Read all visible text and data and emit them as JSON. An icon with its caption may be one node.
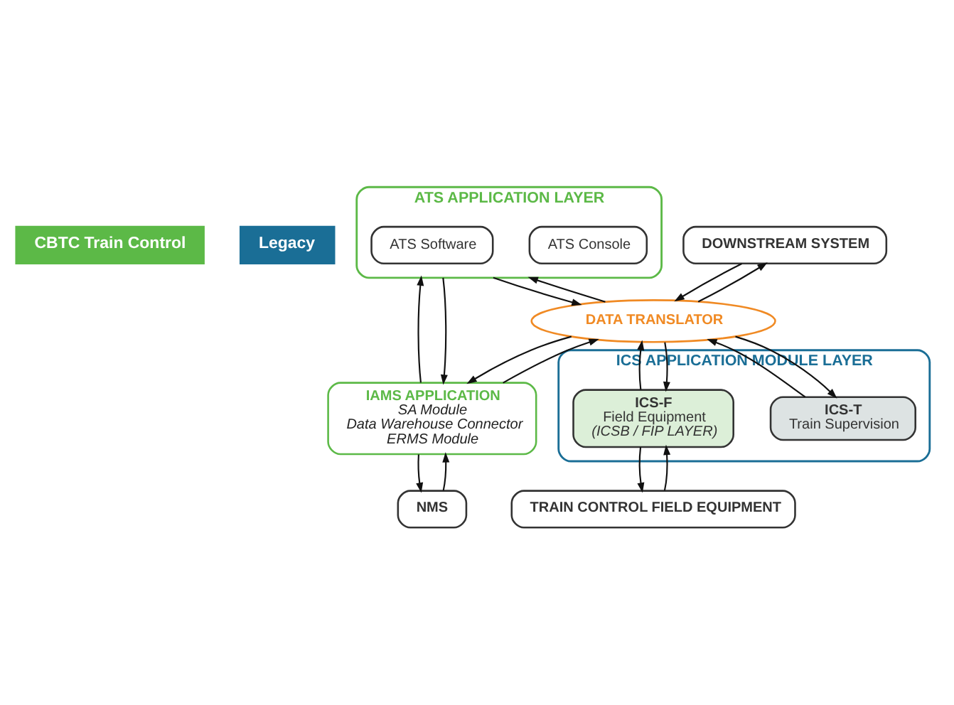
{
  "diagram": {
    "nodes": [
      {
        "text": [
          "CBTC Train Control"
        ]
      },
      {
        "text": [
          "Legacy"
        ]
      },
      {
        "text": [
          "ATS APPLICATION LAYER"
        ]
      },
      {
        "text": [
          "ATS Console"
        ],
        "in": 2
      },
      {
        "text": [
          "ATS Software"
        ],
        "in": 2
      },
      {
        "text": [
          "IAMS APPLICATION",
          "SA Module",
          "Data Warehouse Connector",
          "ERMS Module"
        ]
      },
      {
        "text": [
          "NMS"
        ]
      },
      {
        "text": [
          "DATA TRANSLATOR"
        ]
      },
      {
        "text": [
          "DOWNSTREAM SYSTEM"
        ]
      },
      {
        "text": [
          "ICS APPLICATION MODULE LAYER"
        ]
      },
      {
        "text": [
          "ICS-T",
          "Train Supervision"
        ],
        "in": 9
      },
      {
        "text": [
          "ICS-F",
          "Field Equipment",
          "(ICSB / FIP LAYER)"
        ],
        "in": 9
      },
      {
        "text": [
          "TRAIN CONTROL FIELD EQUIPMENT"
        ]
      }
    ],
    "edges": [
      {
        "from": 2,
        "to": 7,
        "arrow": "to"
      },
      {
        "from": 7,
        "to": 2,
        "arrow": "to"
      },
      {
        "from": 5,
        "to": 2,
        "arrow": "to"
      },
      {
        "from": 2,
        "to": 5,
        "arrow": "to"
      },
      {
        "from": 5,
        "to": 7,
        "arrow": "to"
      },
      {
        "from": 7,
        "to": 5,
        "arrow": "to"
      },
      {
        "from": 6,
        "to": 5,
        "arrow": "to"
      },
      {
        "from": 5,
        "to": 6,
        "arrow": "to"
      },
      {
        "from": 7,
        "to": 8,
        "arrow": "to"
      },
      {
        "from": 8,
        "to": 7,
        "arrow": "to"
      },
      {
        "from": 7,
        "to": 10,
        "arrow": "to"
      },
      {
        "from": 10,
        "to": 7,
        "arrow": "to"
      },
      {
        "from": 7,
        "to": 11,
        "arrow": "to"
      },
      {
        "from": 11,
        "to": 7,
        "arrow": "to"
      },
      {
        "from": 12,
        "to": 11,
        "arrow": "to"
      },
      {
        "from": 11,
        "to": 12,
        "arrow": "to"
      }
    ]
  }
}
